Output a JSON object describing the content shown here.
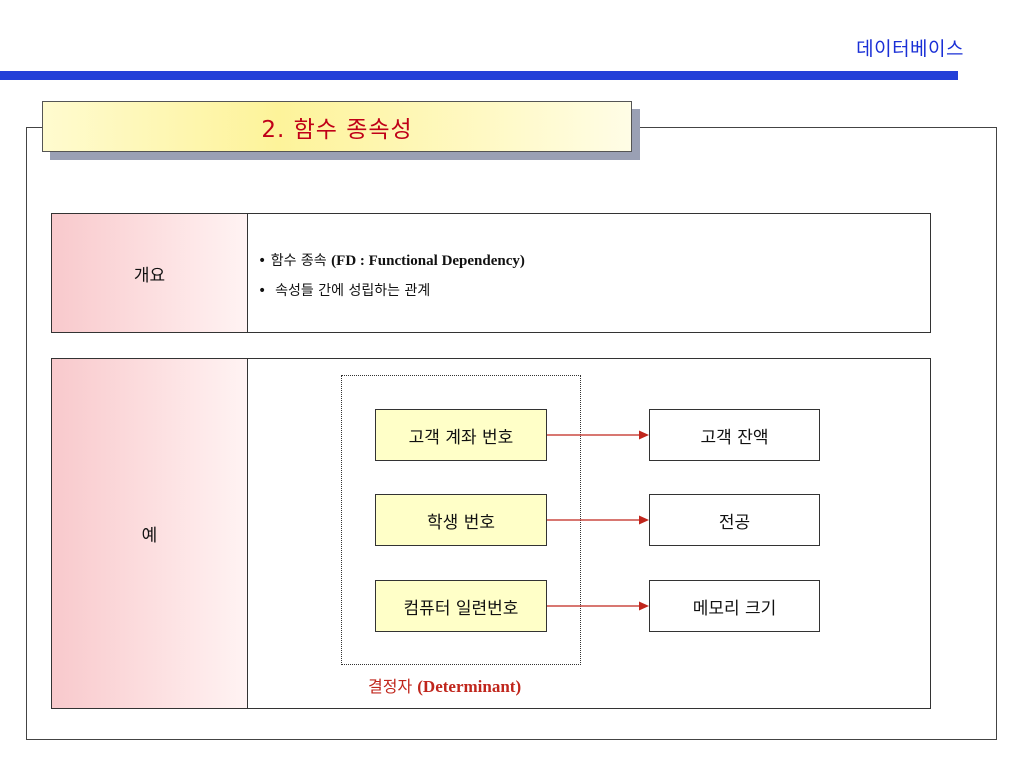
{
  "header": {
    "brand": "데이터베이스"
  },
  "slide": {
    "title": "2. 함수 종속성"
  },
  "overview": {
    "label": "개요",
    "bullets": [
      {
        "marker": "•",
        "ko": "함수 종속",
        "en": "(FD : Functional Dependency)"
      },
      {
        "marker": "•",
        "ko": "속성들 간에 성립하는 관계"
      }
    ]
  },
  "example": {
    "label": "예",
    "determinants": [
      "고객 계좌 번호",
      "학생 번호",
      "컴퓨터 일련번호"
    ],
    "dependents": [
      "고객 잔액",
      "전공",
      "메모리 크기"
    ],
    "caption_ko": "결정자",
    "caption_en": "(Determinant)"
  },
  "colors": {
    "accent_blue": "#2340d8",
    "title_red": "#c00018",
    "arrow_red": "#c0261c",
    "determinant_fill": "#ffffc8"
  }
}
